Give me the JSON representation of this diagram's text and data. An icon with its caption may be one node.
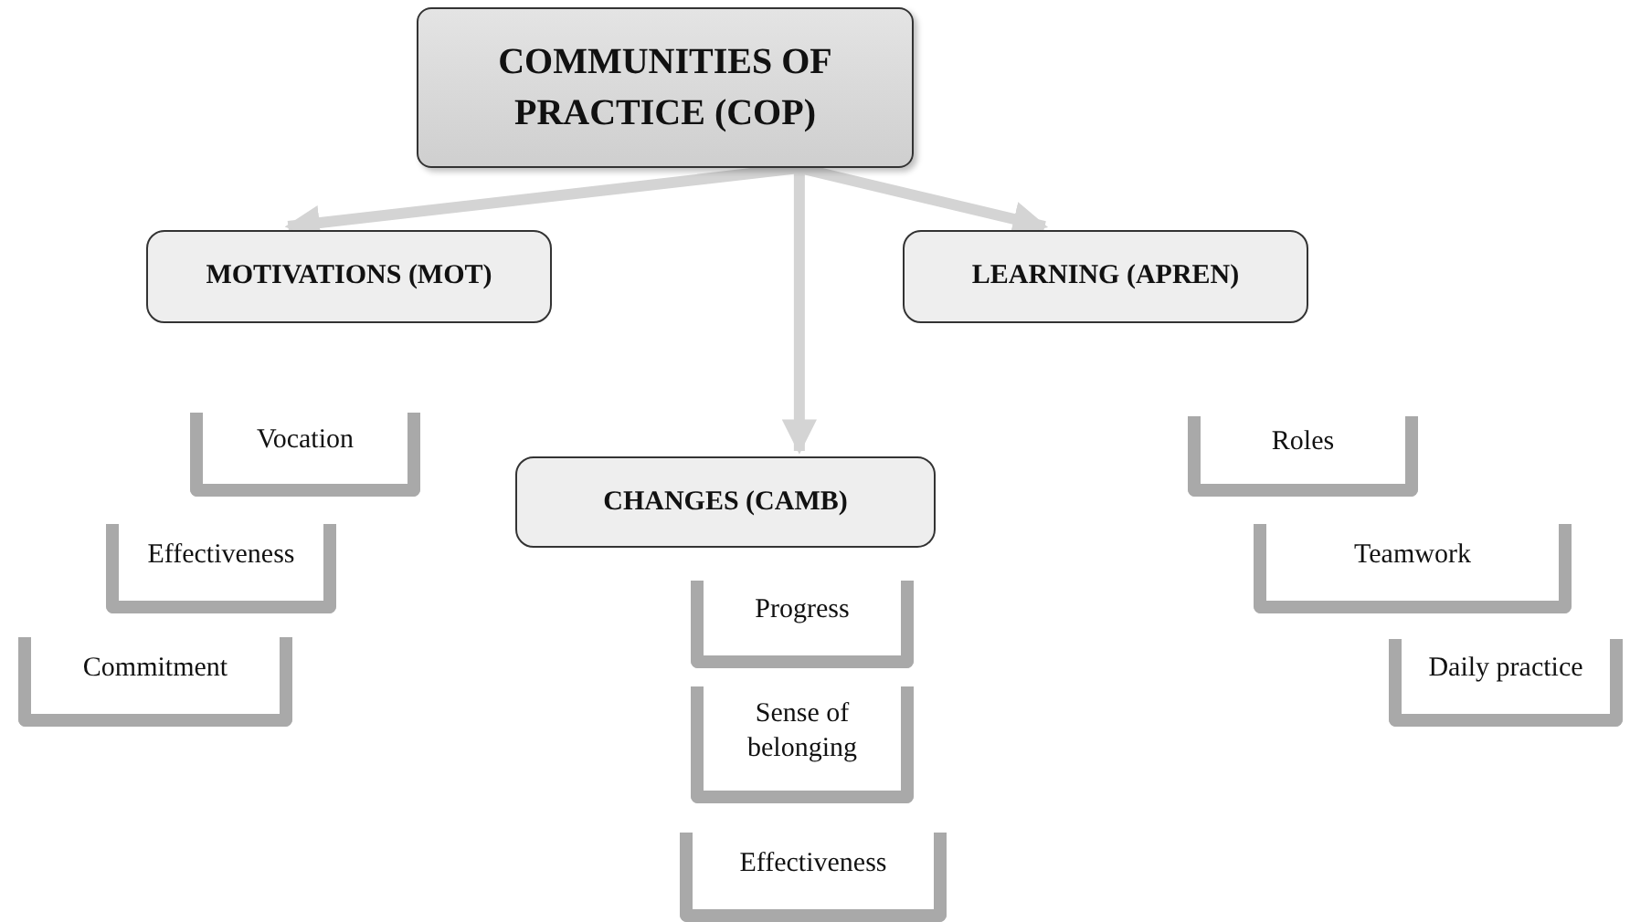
{
  "diagram": {
    "nodes": [
      {
        "text": [
          "COMMUNITIES OF PRACTICE (COP)"
        ]
      },
      {
        "text": [
          "MOTIVATIONS (MOT)"
        ]
      },
      {
        "text": [
          "LEARNING (APREN)"
        ]
      },
      {
        "text": [
          "CHANGES (CAMB)"
        ]
      },
      {
        "text": [
          "Vocation"
        ]
      },
      {
        "text": [
          "Effectiveness"
        ]
      },
      {
        "text": [
          "Commitment"
        ]
      },
      {
        "text": [
          "Roles"
        ]
      },
      {
        "text": [
          "Teamwork"
        ]
      },
      {
        "text": [
          "Daily practice"
        ]
      },
      {
        "text": [
          "Progress"
        ]
      },
      {
        "text": [
          "Sense of belonging"
        ]
      },
      {
        "text": [
          "Effectiveness"
        ]
      }
    ],
    "edges": [
      {
        "from": 0,
        "to": 1,
        "arrow": "to"
      },
      {
        "from": 0,
        "to": 3,
        "arrow": "to"
      },
      {
        "from": 0,
        "to": 2,
        "arrow": "to"
      }
    ]
  }
}
